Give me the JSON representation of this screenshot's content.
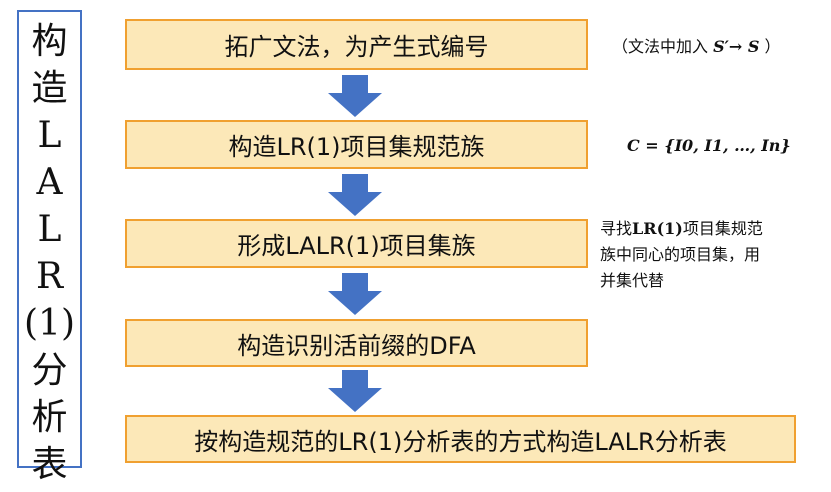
{
  "side_title": {
    "chars": [
      "构",
      "造",
      "L",
      "A",
      "L",
      "R",
      "(1)",
      "分",
      "析",
      "表"
    ]
  },
  "steps": [
    {
      "label": "拓广文法，为产生式编号"
    },
    {
      "label": "构造LR(1)项目集规范族"
    },
    {
      "label": "形成LALR(1)项目集族"
    },
    {
      "label": "构造识别活前缀的DFA"
    },
    {
      "label": "按构造规范的LR(1)分析表的方式构造LALR分析表"
    }
  ],
  "notes": {
    "note1": {
      "prefix": "（文法中加入 ",
      "formula": "S′→ S",
      "suffix": " ）"
    },
    "note2": {
      "formula": "C = {I0, I1, …, In}"
    },
    "note3": {
      "line1_pre": "寻找",
      "line1_bold": "LR(1)",
      "line1_post": "项目集规范",
      "line2": "族中同心的项目集，用",
      "line3": "并集代替"
    }
  },
  "colors": {
    "box_fill": "#fce8b8",
    "box_border": "#f0a030",
    "arrow": "#4472c4",
    "side_border": "#4472c4"
  }
}
